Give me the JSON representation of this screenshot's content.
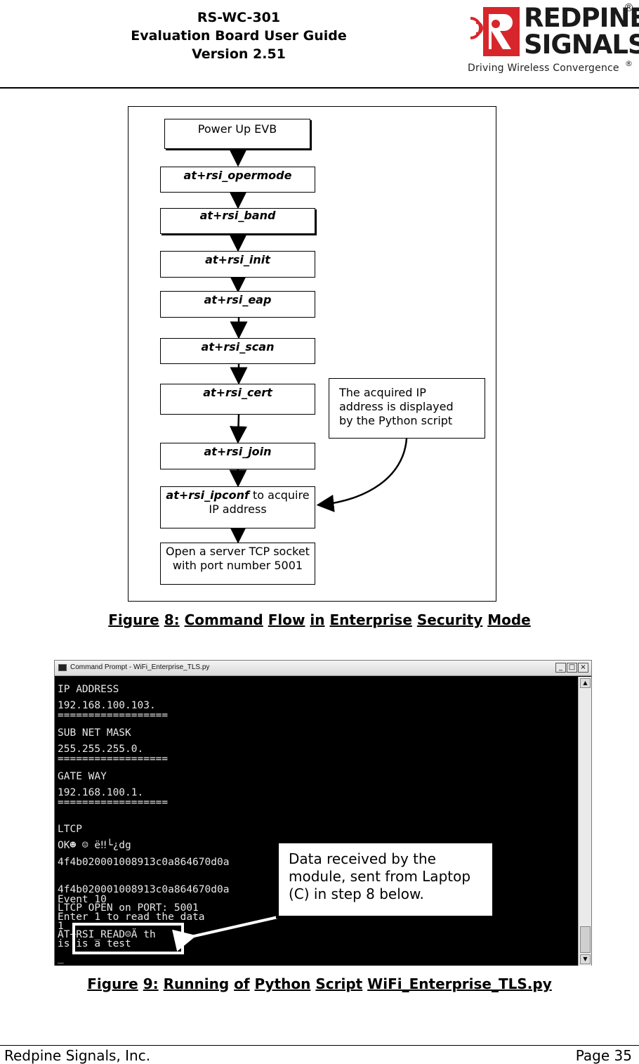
{
  "header": {
    "line1": "RS-WC-301",
    "line2": "Evaluation Board User Guide",
    "line3": "Version 2.51",
    "logo_line1": "REDPINE",
    "logo_line2": "SIGNALS",
    "logo_tagline": "Driving Wireless Convergence",
    "logo_reg": "®"
  },
  "flow": {
    "steps": [
      {
        "text": "Power Up EVB",
        "style": "plain"
      },
      {
        "text": "at+rsi_opermode",
        "style": "cmd"
      },
      {
        "text": "at+rsi_band",
        "style": "cmd"
      },
      {
        "text": "at+rsi_init",
        "style": "cmd"
      },
      {
        "text": "at+rsi_eap",
        "style": "cmd"
      },
      {
        "text": "at+rsi_scan",
        "style": "cmd"
      },
      {
        "text": "at+rsi_cert",
        "style": "cmd"
      },
      {
        "text": "at+rsi_join",
        "style": "cmd"
      }
    ],
    "ipconf_cmd": "at+rsi_ipconf",
    "ipconf_rest": " to acquire",
    "ipconf_line2": "IP address",
    "server_line1": "Open a server TCP socket",
    "server_line2": "with port number 5001",
    "note_line1": "The acquired IP",
    "note_line2": "address is displayed",
    "note_line3": "by the Python script"
  },
  "figure8": {
    "words": [
      "Figure",
      "8:",
      "Command",
      "Flow",
      "in",
      "Enterprise",
      "Security",
      "Mode"
    ]
  },
  "console": {
    "title": "Command Prompt - WiFi_Enterprise_TLS.py",
    "btn_min": "_",
    "btn_max": "□",
    "btn_close": "×",
    "lines": [
      "IP ADDRESS",
      "192.168.100.103.",
      "==================",
      "SUB NET MASK",
      "255.255.255.0.",
      "==================",
      "GATE WAY",
      "192.168.100.1.",
      "==================",
      "LTCP",
      "OK☻ ☺ ë‼└¿dg",
      "4f4b020001008913c0a864670d0a",
      "4f4b020001008913c0a864670d0a",
      "Event 10",
      "LTCP OPEN on PORT: 5001",
      "Enter 1 to read the data",
      "1",
      "AT+RSI_READ☺Ä th",
      "is is a test",
      "_"
    ],
    "callout_line1": "Data received by the",
    "callout_line2": "module, sent from Laptop",
    "callout_line3": "(C) in step 8 below."
  },
  "figure9": {
    "words": [
      "Figure",
      "9:",
      "Running",
      "of",
      "Python",
      "Script",
      "WiFi_Enterprise_TLS.py"
    ]
  },
  "footer": {
    "company": "Redpine Signals, Inc.",
    "page": "Page 35"
  },
  "colors": {
    "logo_red": "#d7262b",
    "console_bg": "#000000",
    "console_text": "#e8e8e8"
  }
}
